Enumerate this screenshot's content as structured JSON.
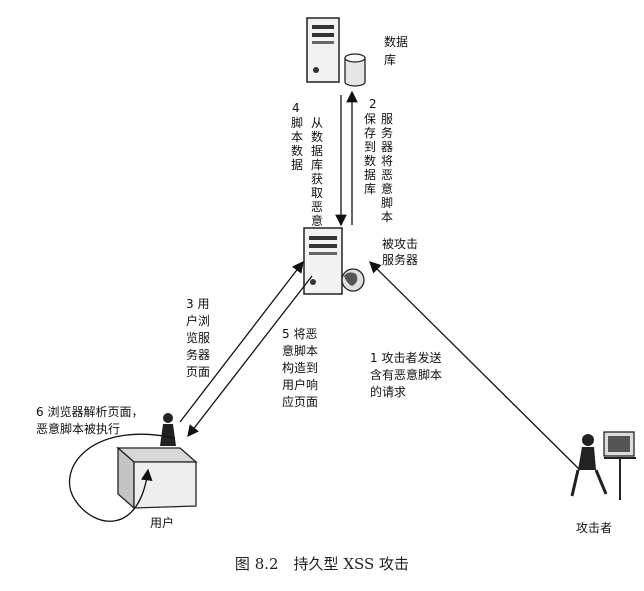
{
  "nodes": {
    "database": "数据\n库",
    "attacked_server": "被攻击\n服务器",
    "attacker": "攻击者",
    "user": "用户"
  },
  "steps": {
    "s1": "1 攻击者发送\n含有恶意脚本\n的请求",
    "s2_num": "2",
    "s2_a": "服务器将恶意脚本",
    "s2_b": "保存到数据库",
    "s3": "3 用\n户浏\n览服\n务器\n页面",
    "s4_num": "4",
    "s4_a": "从数据库获取恶意",
    "s4_b": "脚本数据",
    "s5": "5 将恶\n意脚本\n构造到\n用户响\n应页面",
    "s6": "6 浏览器解析页面，\n恶意脚本被执行"
  },
  "caption": "图 8.2　持久型 XSS 攻击"
}
